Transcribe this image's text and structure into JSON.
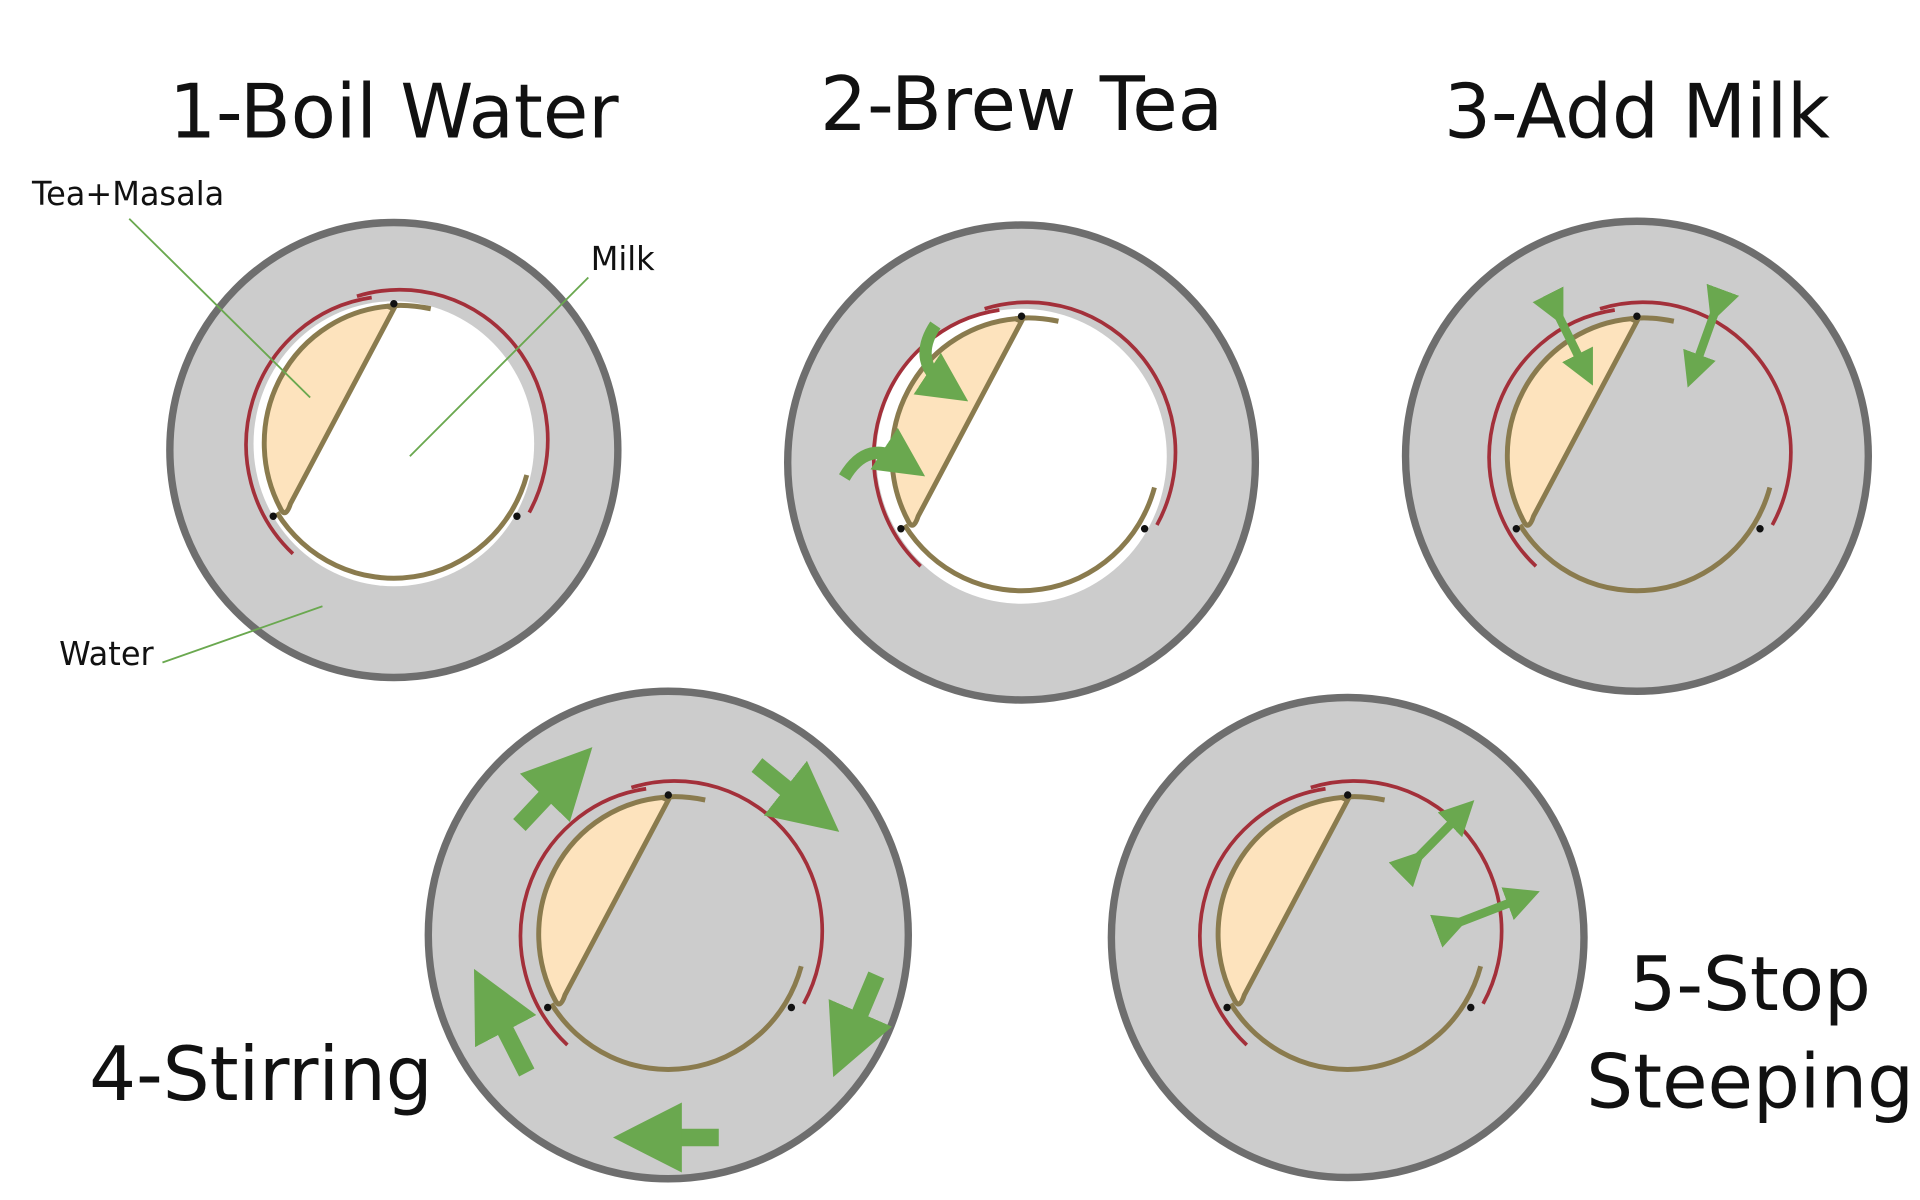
{
  "steps": [
    {
      "title": "1-Boil Water"
    },
    {
      "title": "2-Brew Tea"
    },
    {
      "title": "3-Add Milk"
    },
    {
      "title": "4-Stirring"
    },
    {
      "title_line1": "5-Stop",
      "title_line2": "Steeping"
    }
  ],
  "annotations": {
    "tea_masala": "Tea+Masala",
    "milk": "Milk",
    "water": "Water"
  },
  "colors": {
    "water": "#cccccc",
    "rim": "#6e6e6e",
    "tea": "#fde3bd",
    "mesh": "#8a7b4e",
    "lid": "#a3303a",
    "arrow": "#6aa84f",
    "milk": "#ffffff"
  }
}
